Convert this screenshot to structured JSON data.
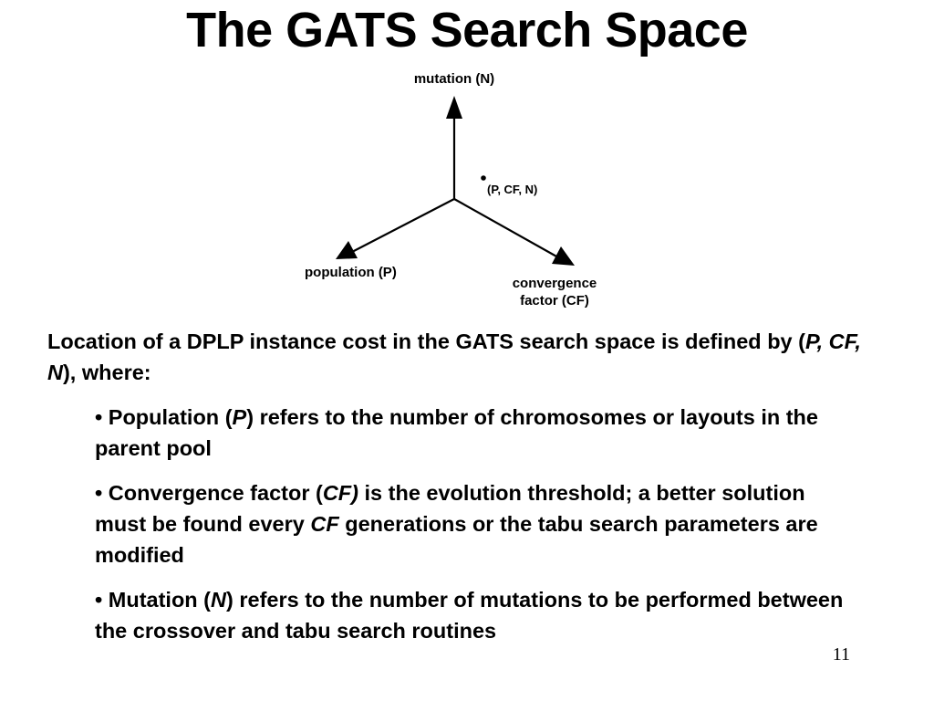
{
  "slide": {
    "title": "The GATS Search Space",
    "page_number": "11"
  },
  "diagram": {
    "axis_up": "mutation (N)",
    "axis_left": "population (P)",
    "axis_right_line1": "convergence",
    "axis_right_line2": "factor (CF)",
    "point_label": "(P, CF, N)"
  },
  "text": {
    "intro_part1": "Location of a DPLP instance cost in the GATS search space is defined by (",
    "intro_italic": "P, CF, N",
    "intro_part2": "), where:",
    "bullets": [
      {
        "marker": "•",
        "lead": " Population (",
        "sym": "P",
        "rest": ") refers to the number of chromosomes or layouts in the parent pool"
      },
      {
        "marker": "•",
        "lead": " Convergence factor (",
        "sym": "CF)",
        "mid": " is the evolution threshold; a better solution must be found every ",
        "sym2": "CF",
        "rest": " generations or the tabu search parameters are modified"
      },
      {
        "marker": "•",
        "lead": " Mutation (",
        "sym": "N",
        "rest": ") refers to the number of mutations to be performed between the crossover and tabu search routines"
      }
    ]
  }
}
